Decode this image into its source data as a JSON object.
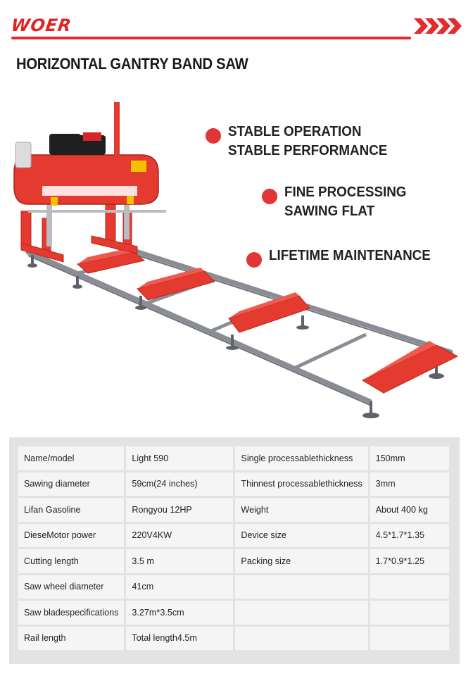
{
  "brand": {
    "logo_text": "WOER",
    "accent": "#e52b2b"
  },
  "page_title": "HORIZONTAL GANTRY BAND SAW",
  "features": [
    {
      "lines": [
        "STABLE OPERATION",
        "STABLE PERFORMANCE"
      ]
    },
    {
      "lines": [
        "FINE PROCESSING",
        "SAWING FLAT"
      ]
    },
    {
      "lines": [
        "LIFETIME MAINTENANCE"
      ]
    }
  ],
  "specs": [
    [
      "Name/model",
      "Light 590",
      "Single processablethickness",
      "150mm"
    ],
    [
      "Sawing diameter",
      "59cm(24 inches)",
      "Thinnest processablethickness",
      "3mm"
    ],
    [
      "Lifan Gasoline",
      "Rongyou 12HP",
      "Weight",
      "About 400 kg"
    ],
    [
      "DieseMotor power",
      "220V4KW",
      "Device size",
      "4.5*1.7*1.35"
    ],
    [
      "Cutting length",
      "3.5 m",
      "Packing size",
      "1.7*0.9*1.25"
    ],
    [
      "Saw wheel diameter",
      "41cm",
      "",
      ""
    ],
    [
      "Saw bladespecifications",
      "3.27m*3.5cm",
      "",
      ""
    ],
    [
      "Rail length",
      "Total length4.5m",
      "",
      ""
    ]
  ]
}
